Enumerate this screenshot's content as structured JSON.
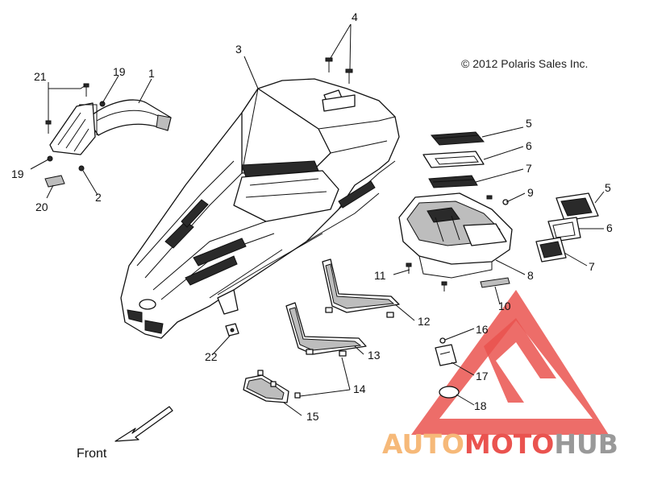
{
  "copyright": "© 2012 Polaris Sales Inc.",
  "front_label": "Front",
  "watermark": {
    "brand_part1": "AUTO",
    "brand_part2": "MOTO",
    "brand_part3": "HUB",
    "colors": {
      "primary": "#e8413c",
      "accent": "#f6b26b",
      "gray": "#9b9b9b"
    }
  },
  "callouts": {
    "c1": "1",
    "c2": "2",
    "c3": "3",
    "c4": "4",
    "c5a": "5",
    "c5b": "5",
    "c6a": "6",
    "c6b": "6",
    "c7a": "7",
    "c7b": "7",
    "c8": "8",
    "c9": "9",
    "c10": "10",
    "c11": "11",
    "c12": "12",
    "c13": "13",
    "c14": "14",
    "c15": "15",
    "c16": "16",
    "c17": "17",
    "c18": "18",
    "c19a": "19",
    "c19b": "19",
    "c20": "20",
    "c21": "21",
    "c22": "22"
  }
}
